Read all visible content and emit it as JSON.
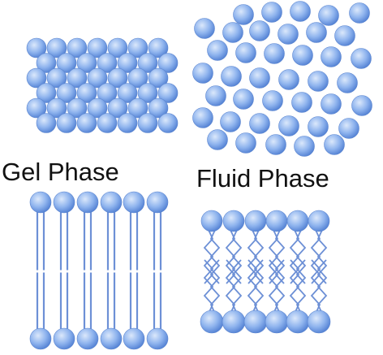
{
  "labels": {
    "gel": "Gel Phase",
    "fluid": "Fluid Phase"
  },
  "colors": {
    "head_light": "#dbe8fb",
    "head_mid": "#8fb4ee",
    "head_dark": "#4f7ed2",
    "tail": "#6d90d6",
    "background": "#ffffff"
  },
  "panels": [
    {
      "name": "gel-phase-top-view",
      "kind": "ordered-packing"
    },
    {
      "name": "fluid-phase-top-view",
      "kind": "disordered-packing"
    },
    {
      "name": "gel-phase-bilayer",
      "kind": "straight-tails"
    },
    {
      "name": "fluid-phase-bilayer",
      "kind": "kinked-tails"
    }
  ]
}
